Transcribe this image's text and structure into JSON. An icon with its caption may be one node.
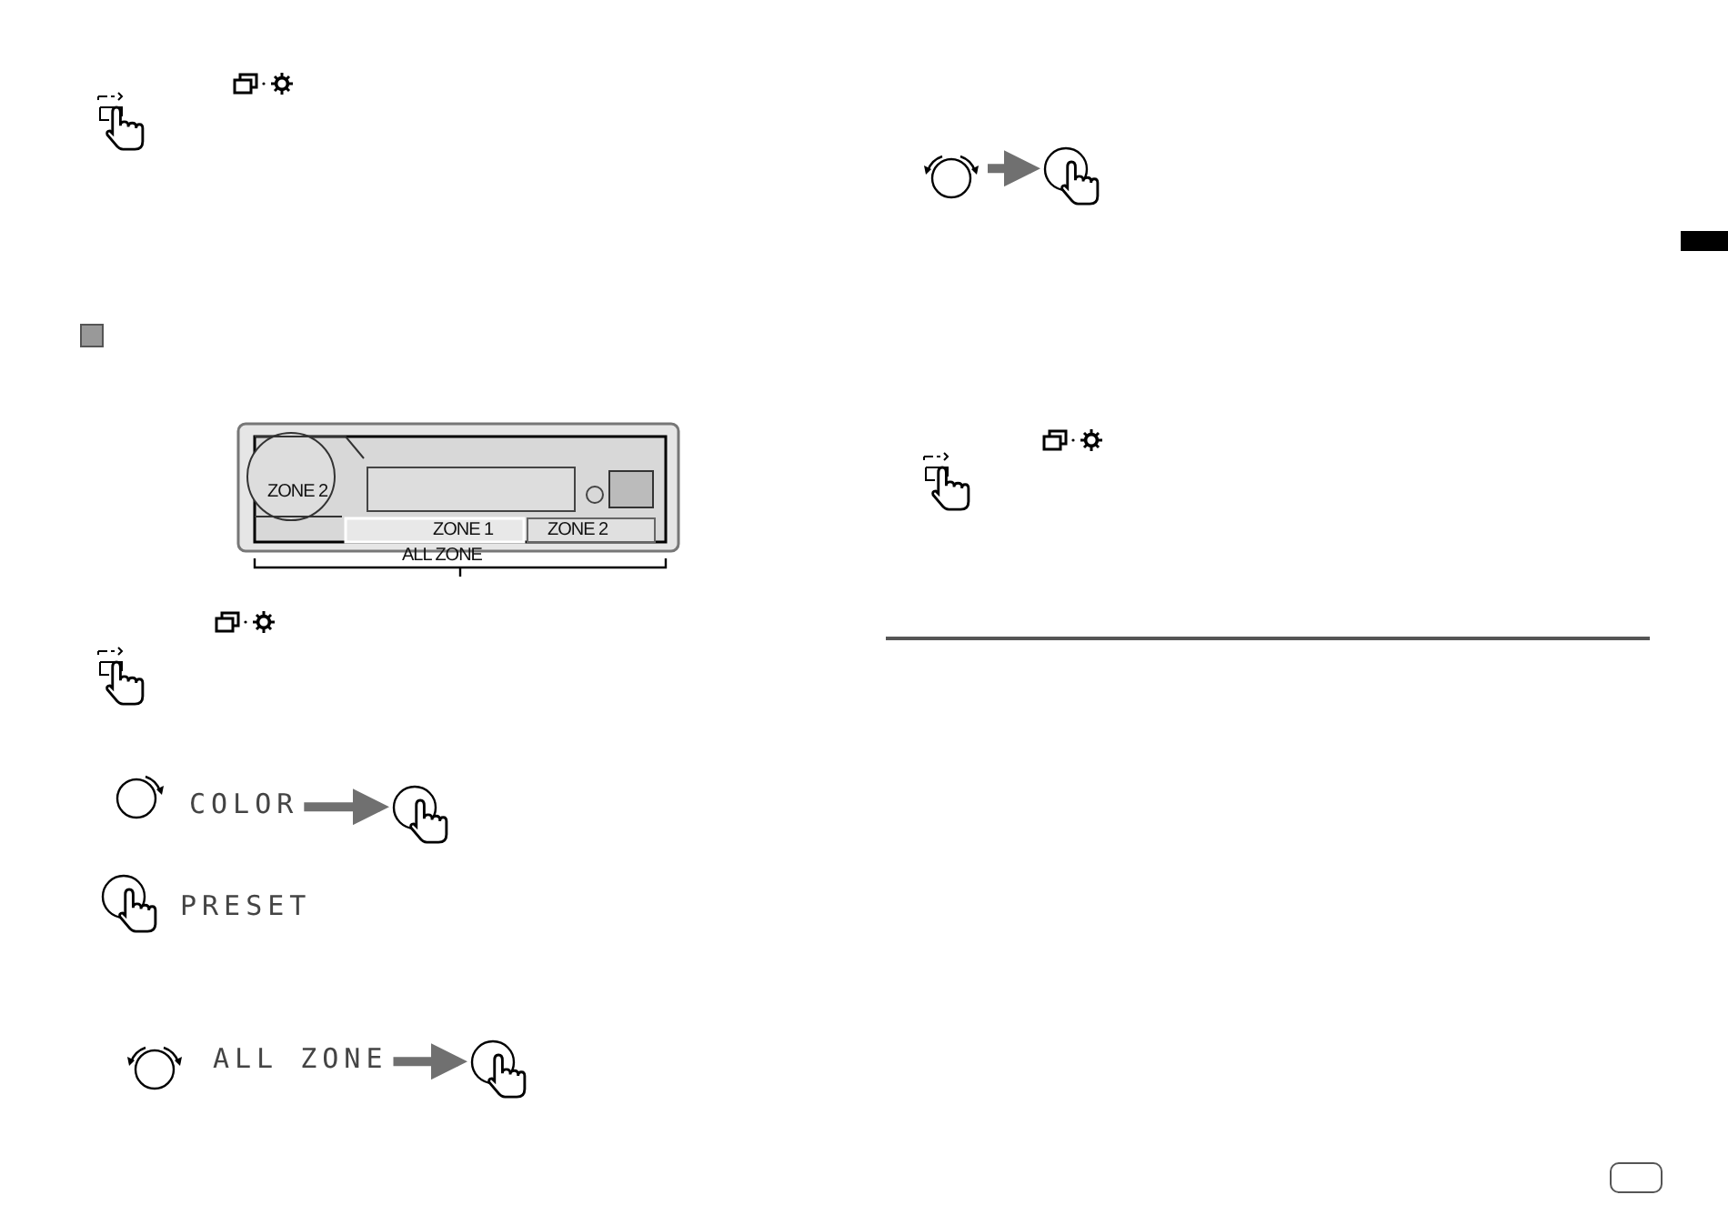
{
  "diagram": {
    "nodes": [
      {
        "text": [
          "COLOR"
        ]
      },
      {
        "text": [],
        "shape": "circle"
      },
      {
        "text": [
          "ALL ZONE"
        ]
      },
      {
        "text": [],
        "shape": "circle"
      },
      {
        "text": [],
        "shape": "circle"
      },
      {
        "text": [],
        "shape": "circle"
      }
    ],
    "edges": [
      {
        "from": 0,
        "to": 1,
        "arrow": "to"
      },
      {
        "from": 2,
        "to": 3,
        "arrow": "to"
      },
      {
        "from": 4,
        "to": 5,
        "arrow": "to"
      }
    ],
    "labels": [
      "ZONE 2",
      "ZONE 1",
      "ZONE 2",
      "ALL ZONE",
      "PRESET"
    ]
  }
}
